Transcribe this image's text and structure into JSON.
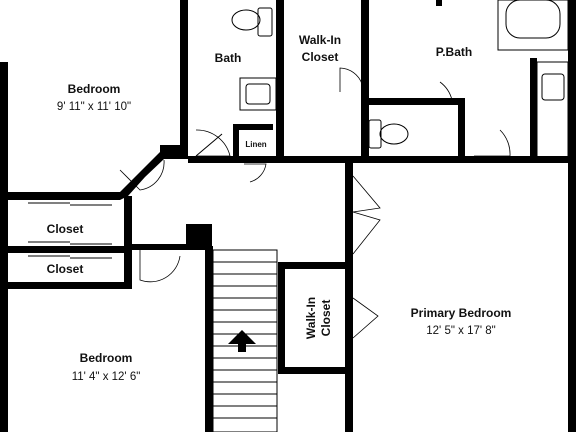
{
  "rooms": {
    "bedroom_top": {
      "name": "Bedroom",
      "dims": "9' 11\" x 11' 10\""
    },
    "bath": {
      "name": "Bath"
    },
    "walkin_top": {
      "line1": "Walk-In",
      "line2": "Closet"
    },
    "pbath": {
      "name": "P.Bath"
    },
    "linen": {
      "name": "Linen"
    },
    "closet_1": {
      "name": "Closet"
    },
    "closet_2": {
      "name": "Closet"
    },
    "walkin_side": {
      "name": "Walk-In",
      "name2": "Closet"
    },
    "primary": {
      "name": "Primary Bedroom",
      "dims": "12' 5\" x 17' 8\""
    },
    "bedroom_bottom": {
      "name": "Bedroom",
      "dims": "11' 4\" x 12' 6\""
    }
  }
}
